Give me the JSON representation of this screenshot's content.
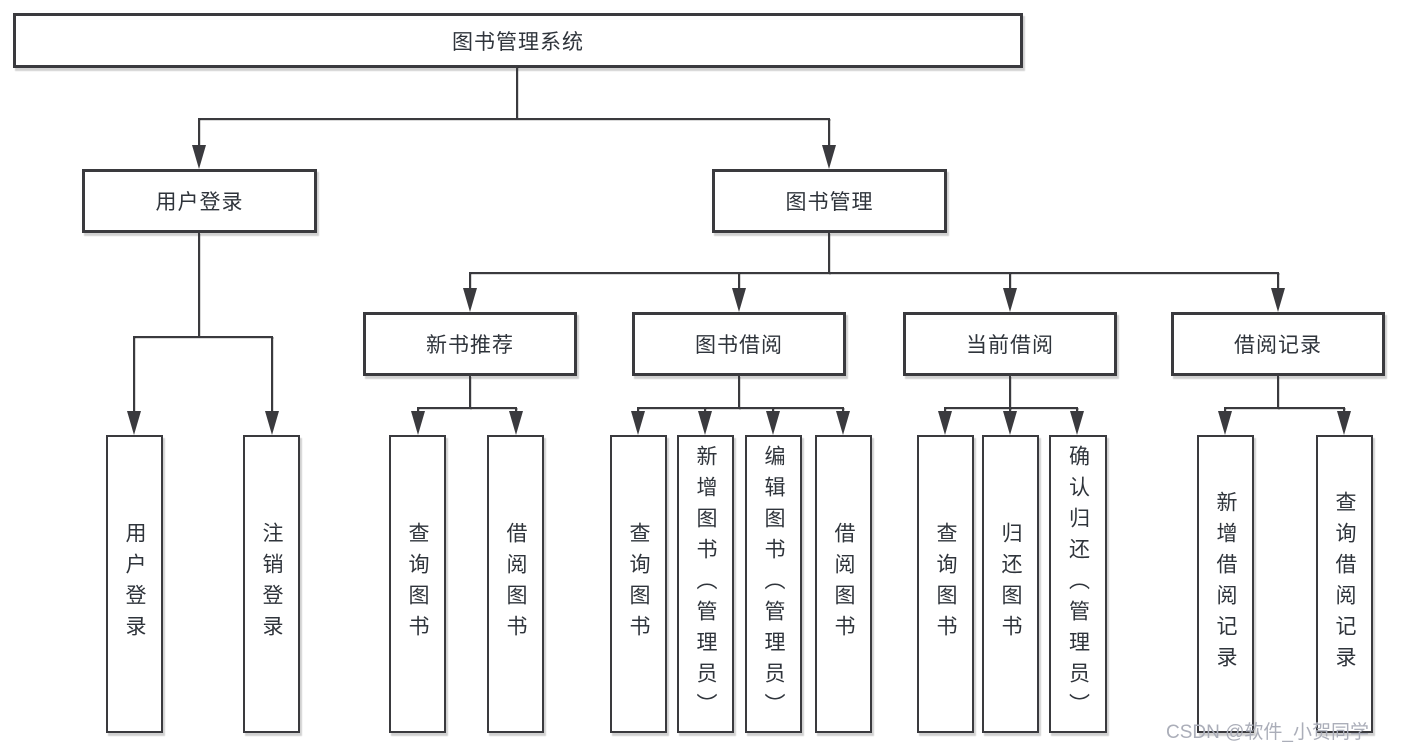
{
  "root": {
    "label": "图书管理系统"
  },
  "level2": [
    {
      "label": "用户登录"
    },
    {
      "label": "图书管理"
    }
  ],
  "level3": [
    {
      "label": "新书推荐"
    },
    {
      "label": "图书借阅"
    },
    {
      "label": "当前借阅"
    },
    {
      "label": "借阅记录"
    }
  ],
  "leaves": {
    "user_login": [
      "用户登录",
      "注销登录"
    ],
    "new_books": [
      "查询图书",
      "借阅图书"
    ],
    "book_borrow": [
      "查询图书",
      "新增图书（管理员）",
      "编辑图书（管理员）",
      "借阅图书"
    ],
    "current_borrow": [
      "查询图书",
      "归还图书",
      "确认归还（管理员）"
    ],
    "borrow_records": [
      "新增借阅记录",
      "查询借阅记录"
    ]
  },
  "watermark": {
    "text": "CSDN @软件_小贺同学"
  },
  "colors": {
    "line": "#3a3a3e",
    "text": "#2f343b",
    "watermark": "#abaeb9",
    "background": "#ffffff"
  }
}
